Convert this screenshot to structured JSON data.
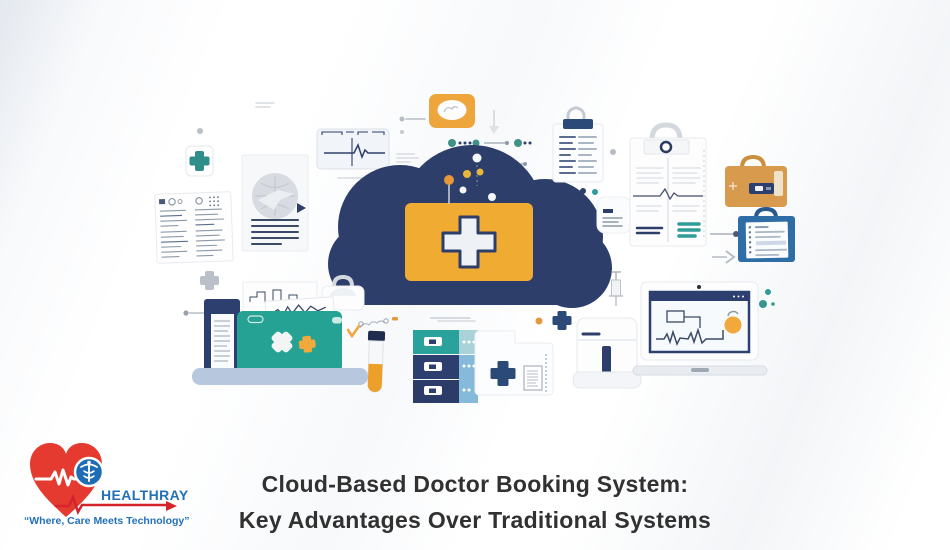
{
  "title": {
    "line1": "Cloud-Based Doctor Booking System:",
    "line2": "Key Advantages Over Traditional Systems"
  },
  "logo": {
    "brand": "HEALTHRAY",
    "tagline": "“Where, Care Meets Technology”"
  },
  "illustration": {
    "theme": "cloud-based healthcare booking concept",
    "colors": {
      "cloud_navy": "#2d3e6b",
      "health_yellow": "#f0ab32",
      "folder_teal": "#27a295",
      "accent_orange": "#e8963a",
      "cabinet_light_blue": "#85badb",
      "clipboard_blue": "#2f6da7",
      "briefcase_tan": "#d89a4c",
      "brand_blue": "#2470b8",
      "brand_red": "#e53a30",
      "title_text": "#313131"
    },
    "elements": [
      "cloud-health-storage",
      "medical-cross-panel",
      "ecg-monitor-card",
      "patient-documents",
      "globe-document",
      "medical-record-folder",
      "lab-test-tube",
      "file-cabinet-drawers",
      "prescription-plus-card",
      "medical-storage-unit",
      "ecg-laptop",
      "report-clipboard",
      "large-medical-clipboard",
      "doctor-briefcase",
      "patient-chart-clipboard",
      "connection-dots-and-pins",
      "laptop-with-documents",
      "syringe"
    ]
  }
}
